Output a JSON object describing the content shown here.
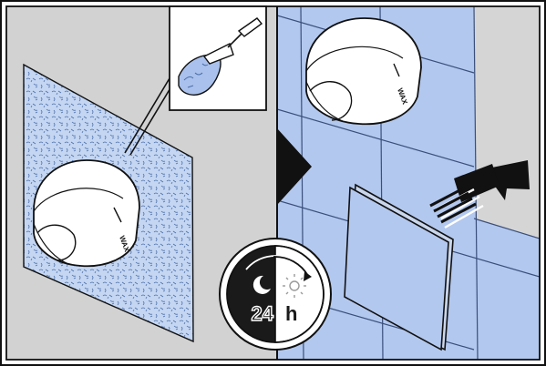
{
  "colors": {
    "left_panel_bg": "#d2d2d2",
    "tile_blue": "#b3c8ee",
    "tile_grout": "#3a4f7a",
    "adhesive_bg": "#c4d6f2",
    "adhesive_pattern": "#4d6fa8",
    "outline": "#111111",
    "device_fill": "#ffffff"
  },
  "icons": {
    "trowel": "trowel-icon",
    "moon": "moon-icon",
    "sun": "sun-icon",
    "arrow": "insert-arrow-icon",
    "step": "step-triangle-icon"
  },
  "device": {
    "brand_mark": "WAX"
  },
  "timer": {
    "hours_number": "24",
    "hours_unit": "h"
  }
}
